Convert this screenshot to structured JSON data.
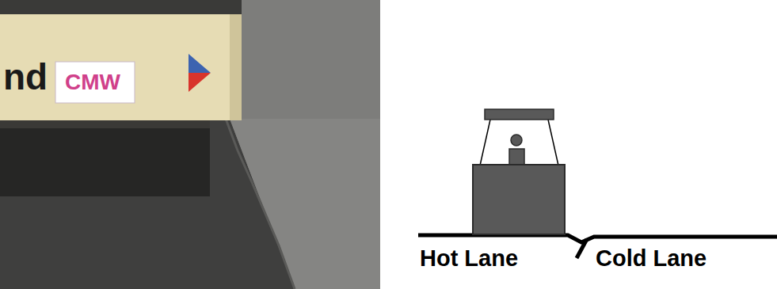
{
  "diagram": {
    "labels": [
      "nd",
      "CMW",
      "Hot Lane",
      "Cold Lane"
    ]
  }
}
